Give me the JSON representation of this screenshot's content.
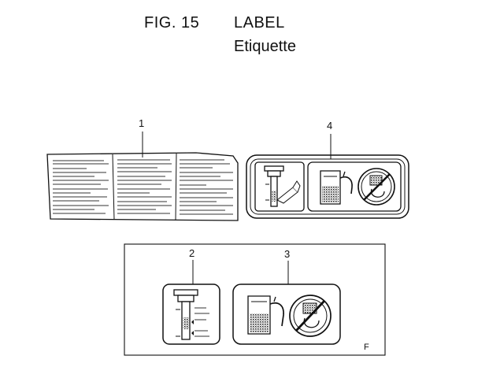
{
  "figure": {
    "number": "FIG. 15",
    "title": "LABEL",
    "subtitle": "Etiquette"
  },
  "callouts": {
    "label_1": "1",
    "label_2": "2",
    "label_3": "3",
    "label_4": "4"
  },
  "inset": {
    "corner_mark": "F"
  },
  "icons": [
    "oil-dipstick-icon",
    "fuel-pump-icon",
    "no-fire-icon"
  ]
}
